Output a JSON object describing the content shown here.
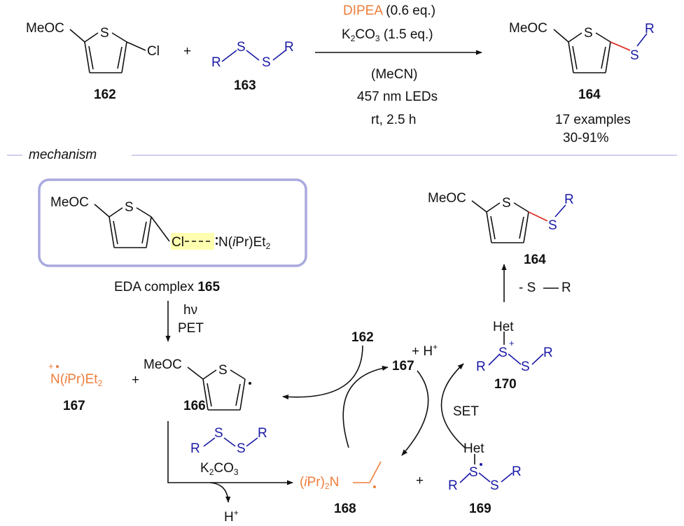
{
  "reaction": {
    "reagent_1": "DIPEA",
    "reagent_1_amount": "(0.6 eq.)",
    "reagent_2_a": "K",
    "reagent_2_sub": "2",
    "reagent_2_b": "CO",
    "reagent_2_sub2": "3",
    "reagent_2_amount": "(1.5 eq.)",
    "solvent": "(MeCN)",
    "light": "457 nm LEDs",
    "conditions": "rt, 2.5 h",
    "plus": "+"
  },
  "compounds": {
    "c162": "162",
    "c163": "163",
    "c164": "164",
    "c165": "165",
    "c166": "166",
    "c167": "167",
    "c168": "168",
    "c169": "169",
    "c170": "170"
  },
  "atoms": {
    "meoc": "MeOC",
    "s": "S",
    "cl": "Cl",
    "r": "R",
    "het": "Het",
    "n_amine": "N(",
    "ipr": "i",
    "pr_et": "Pr)Et",
    "sub2": "2",
    "ipr2_a": "(",
    "ipr2_b": "Pr)",
    "n": "N",
    "plus_charge": "+",
    "h": "H"
  },
  "product_info": {
    "examples": "17 examples",
    "yield": "30-91%"
  },
  "mechanism": {
    "section_label": "mechanism",
    "eda_label": "EDA complex",
    "hv": "hν",
    "pet": "PET",
    "set": "SET",
    "k2co3_a": "K",
    "k2co3_sub": "2",
    "k2co3_b": "CO",
    "k2co3_sub2": "3",
    "minus_sr_a": "- S",
    "minus_sr_b": "R",
    "plus_h": "+ H",
    "h_plus": "H"
  },
  "colors": {
    "black": "#111111",
    "blue": "#1a1aa6",
    "orange": "#ee7d3b",
    "red_bond": "#e0332b",
    "box_border": "#a9a9df",
    "highlight": "#ffffb0",
    "divider": "#b5b5e2"
  }
}
